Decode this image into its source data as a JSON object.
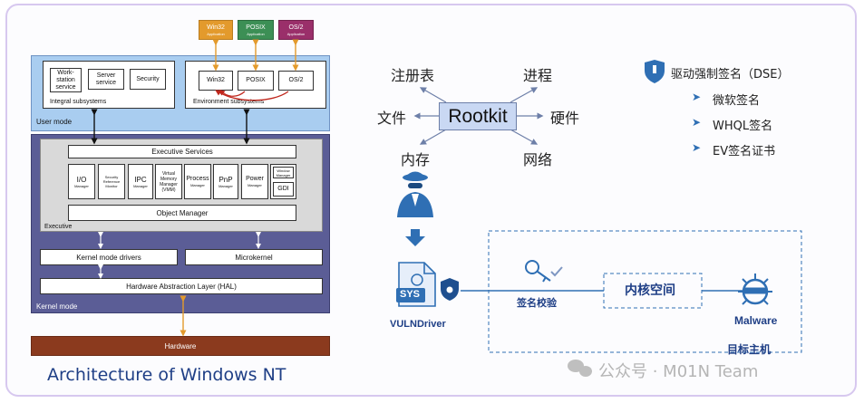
{
  "left": {
    "apps": [
      "Win32",
      "POSIX",
      "OS/2"
    ],
    "app_sub": "Application",
    "app_colors": [
      "#e39a2c",
      "#3c8f55",
      "#9a2f6a"
    ],
    "integral": {
      "workstation": "Work-station service",
      "server": "Server service",
      "security": "Security",
      "label": "Integral subsystems"
    },
    "environment": {
      "win32": "Win32",
      "posix": "POSIX",
      "os2": "OS/2",
      "label": "Environment subsystems"
    },
    "user_mode": "User mode",
    "executive_services": "Executive Services",
    "managers": [
      {
        "big": "I/O",
        "small": "Manager"
      },
      {
        "big": "",
        "small": "Security Reference Monitor"
      },
      {
        "big": "IPC",
        "small": "Manager"
      },
      {
        "big": "",
        "small": "Virtual Memory Manager (VMM)"
      },
      {
        "big": "Process",
        "small": "Manager"
      },
      {
        "big": "PnP",
        "small": "Manager"
      },
      {
        "big": "Power",
        "small": "Manager"
      }
    ],
    "window_manager": "Window Manager",
    "gdi": "GDI",
    "object_manager": "Object Manager",
    "executive": "Executive",
    "kernel_drivers": "Kernel mode drivers",
    "microkernel": "Microkernel",
    "hal": "Hardware Abstraction Layer (HAL)",
    "kernel_mode": "Kernel mode",
    "hardware": "Hardware",
    "caption": "Architecture of Windows NT"
  },
  "right": {
    "rootkit": "Rootkit",
    "spokes": [
      "注册表",
      "进程",
      "文件",
      "硬件",
      "内存",
      "网络"
    ],
    "dse_title": "驱动强制签名（DSE）",
    "dse_items": [
      "微软签名",
      "WHQL签名",
      "EV签名证书"
    ],
    "sys_label": "SYS",
    "vuln_driver": "VULNDriver",
    "sign_check": "签名校验",
    "kernel_space": "内核空间",
    "malware": "Malware",
    "target_host": "目标主机"
  },
  "watermark": "公众号 · M01N Team",
  "colors": {
    "user_mode_bg": "#a9cdf0",
    "kernel_bg": "#5b5d96",
    "exec_bg": "#d9d9d9",
    "hardware_bg": "#8b3a1e",
    "accent_blue": "#2f6fb4",
    "rootkit_bg": "#c9d8f3"
  }
}
